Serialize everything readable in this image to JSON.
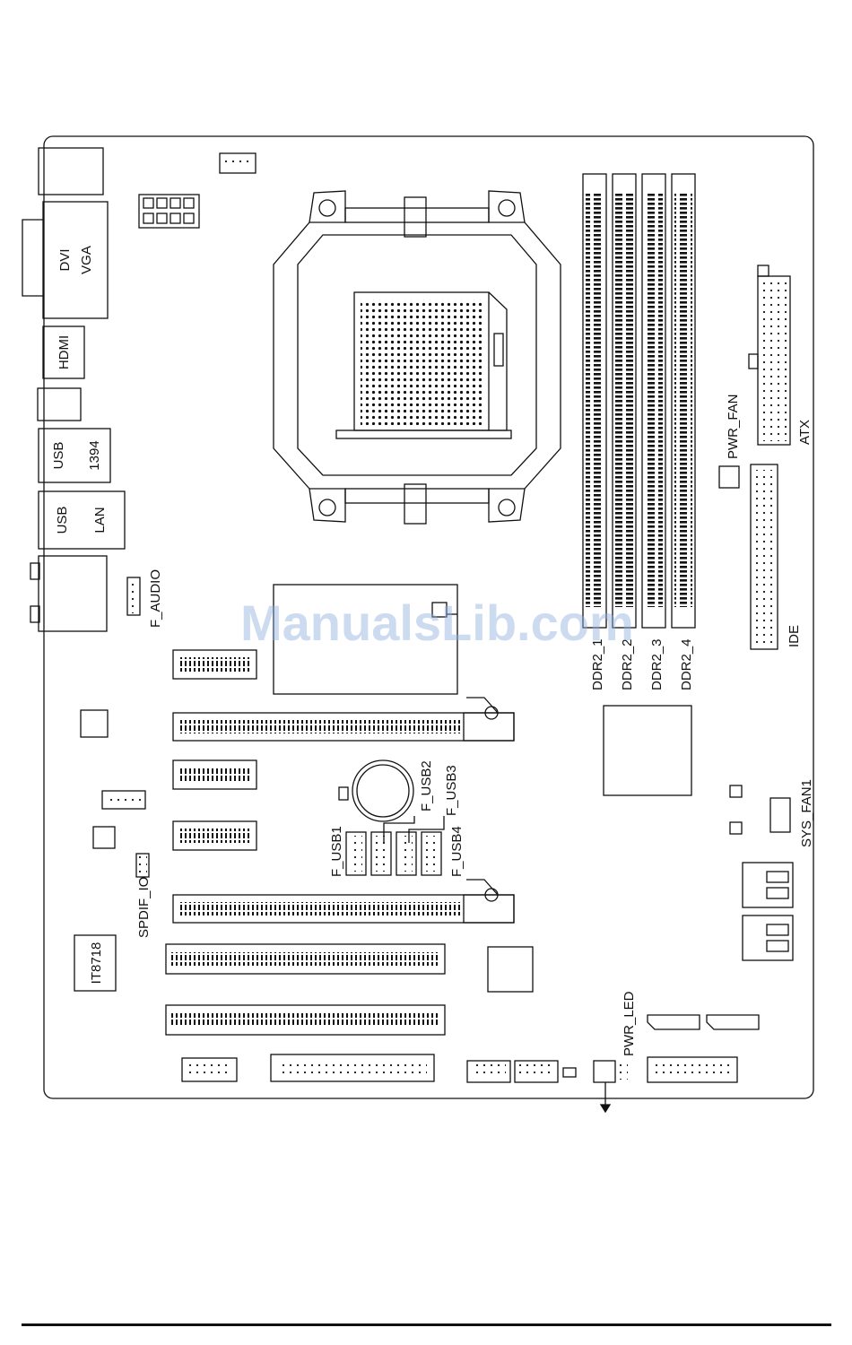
{
  "labels": {
    "dvi": "DVI",
    "vga": "VGA",
    "hdmi": "HDMI",
    "usb_top": "USB",
    "ieee1394": "1394",
    "usb_lan": "USB",
    "lan": "LAN",
    "f_audio": "F_AUDIO",
    "pwr_fan": "PWR_FAN",
    "atx": "ATX",
    "ide": "IDE",
    "ddr2_1": "DDR2_1",
    "ddr2_2": "DDR2_2",
    "ddr2_3": "DDR2_3",
    "ddr2_4": "DDR2_4",
    "sys_fan1": "SYS_FAN1",
    "f_usb1": "F_USB1",
    "f_usb2": "F_USB2",
    "f_usb3": "F_USB3",
    "f_usb4": "F_USB4",
    "spdif_io": "SPDIF_IO",
    "it8718": "IT8718",
    "pwr_led": "PWR_LED"
  },
  "watermark": "ManualsLib.com",
  "colors": {
    "line": "#111111",
    "watermark": "#8fb0dc"
  }
}
